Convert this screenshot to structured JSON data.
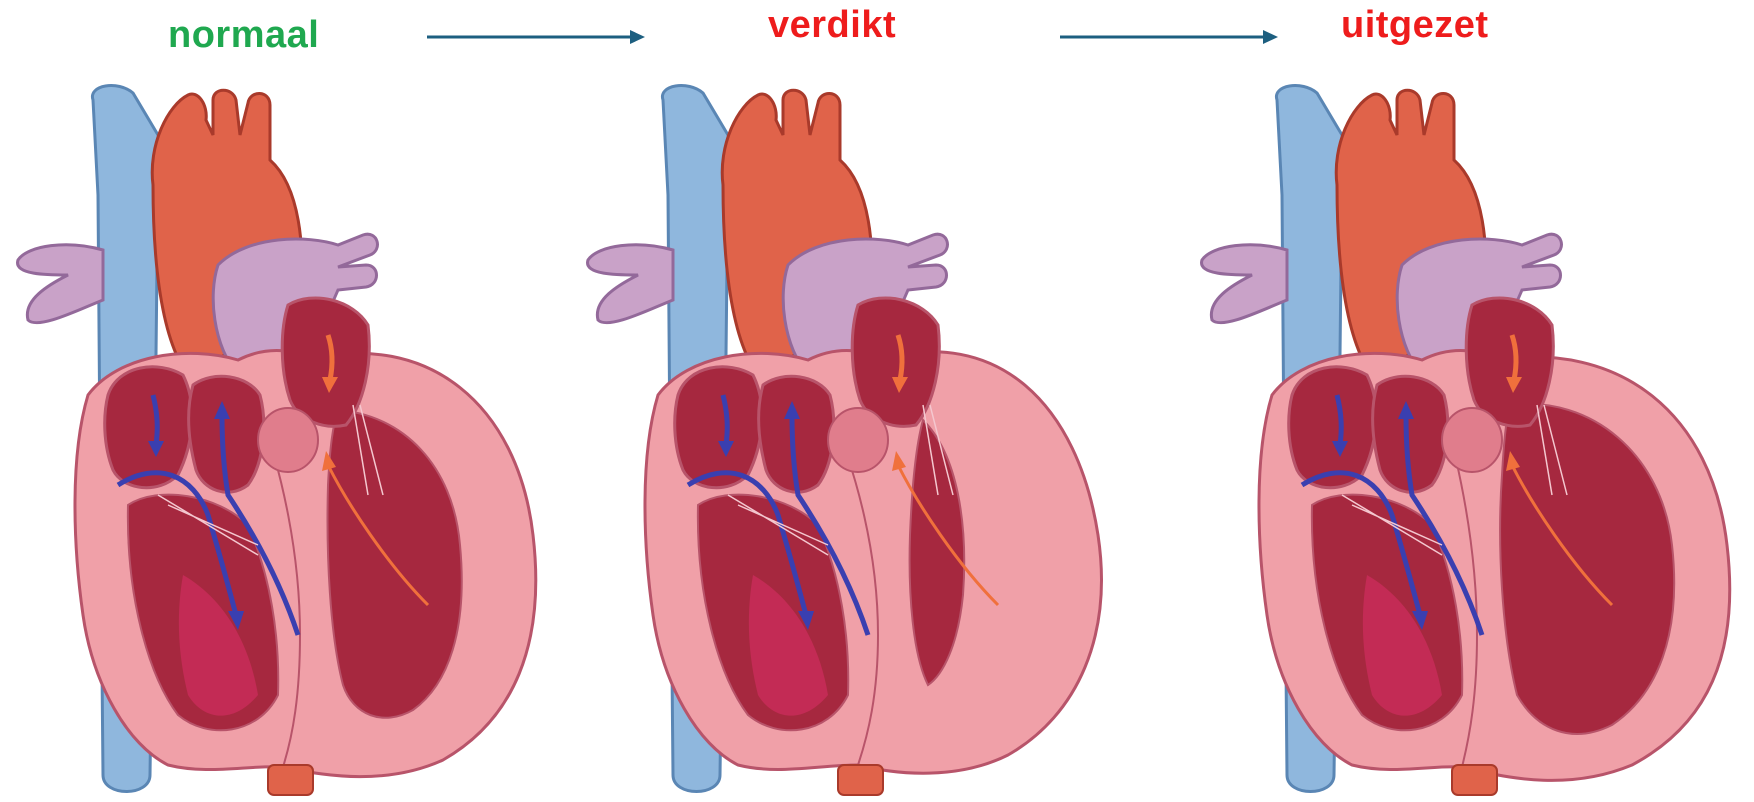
{
  "stages": [
    {
      "label": "normaal",
      "color": "#1fa84f",
      "variant": "normal"
    },
    {
      "label": "verdikt",
      "color": "#ee1c1c",
      "variant": "thickened"
    },
    {
      "label": "uitgezet",
      "color": "#ee1c1c",
      "variant": "dilated"
    }
  ],
  "arrow_color": "#1d5f80",
  "palette": {
    "vein_blue": "#8fb7dd",
    "vein_outline": "#5a86b4",
    "aorta_red": "#e0634a",
    "aorta_outline": "#a93a2b",
    "pulmonary_purple": "#c9a2c8",
    "pulmonary_outline": "#93699a",
    "wall_pink": "#f0a0a8",
    "wall_outline": "#b8546a",
    "chamber_dark": "#a6283f",
    "chamber_mid": "#c32b55",
    "flow_blue": "#3a3fb0",
    "flow_orange": "#f0703c"
  }
}
